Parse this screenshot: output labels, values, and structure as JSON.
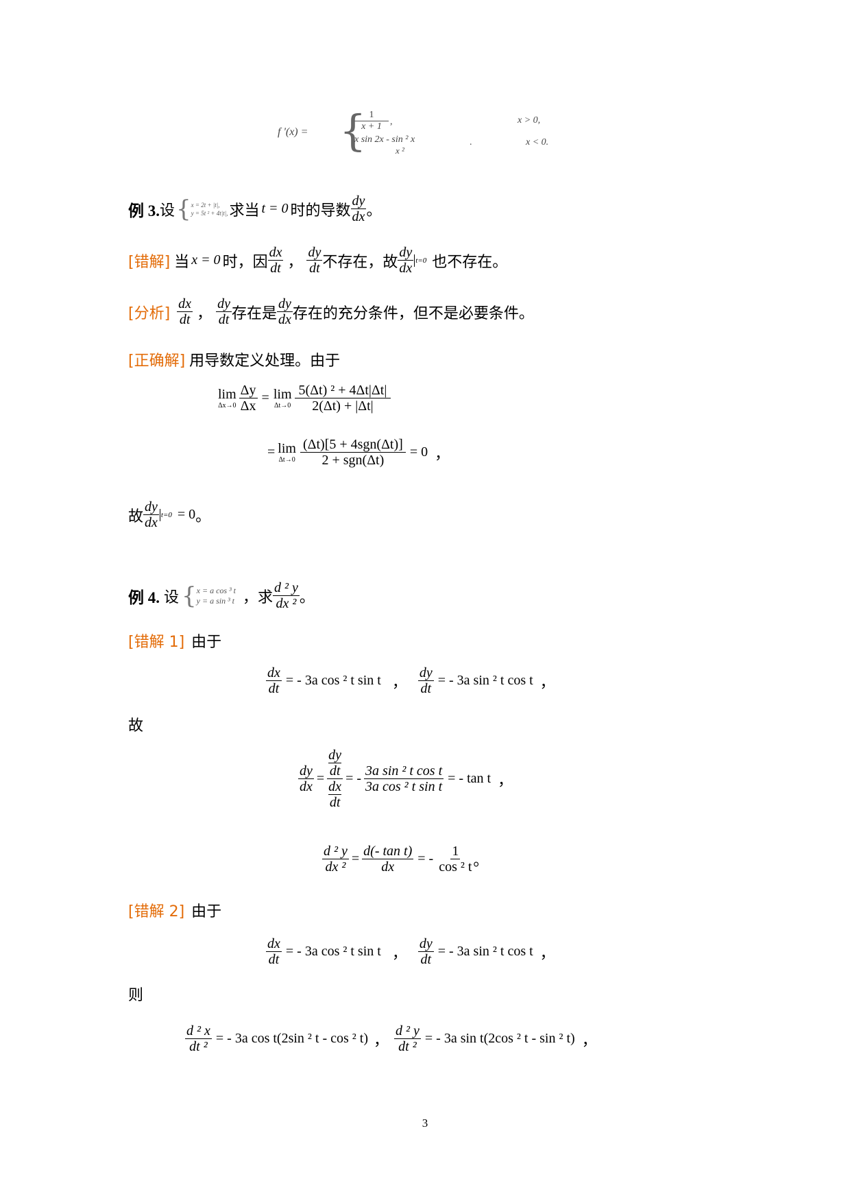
{
  "top_formula": {
    "lhs": "f '(x) =",
    "case1_num": "1",
    "case1_den": "x + 1",
    "case1_end": ",",
    "case1_cond": "x > 0,",
    "case2_expr": "x sin 2x - sin ² x",
    "case2_den": "x ²",
    "case2_end": ".",
    "case2_cond": "x < 0."
  },
  "ex3": {
    "title": "例 3.",
    "set": "设",
    "sys1": "x = 2t + |t|,",
    "sys2": "y = 5t ² + 4t|t|,",
    "ask": "求当",
    "t0": "t = 0",
    "ask2": "时的导数",
    "dy": "dy",
    "dx": "dx",
    "end": "。"
  },
  "ex3_wrong": {
    "tag": "[错解]",
    "t1": "当",
    "x0": "x = 0",
    "t2": "时，因",
    "dx": "dx",
    "dt": "dt",
    "comma": "，",
    "dy": "dy",
    "t3": "不存在，故",
    "sub": "t=0",
    "t4": "也不存在。"
  },
  "ex3_analysis": {
    "tag": "[分析]",
    "comma": "，",
    "t1": "存在是",
    "t2": "存在的充分条件，但不是必要条件。",
    "dx": "dx",
    "dt": "dt",
    "dy": "dy"
  },
  "ex3_correct": {
    "tag": "[正确解]",
    "text": "用导数定义处理。由于"
  },
  "ex3_eq1": {
    "lim": "lim",
    "under1": "Δx→0",
    "dnum": "Δy",
    "dden": "Δx",
    "eq": "=",
    "under2": "Δt→0",
    "num": "5(Δt) ² + 4Δt|Δt|",
    "den": "2(Δt) + |Δt|"
  },
  "ex3_eq2": {
    "eq": "=",
    "lim": "lim",
    "under": "Δt→0",
    "num": "(Δt)[5 + 4sgn(Δt)]",
    "den": "2 + sgn(Δt)",
    "rhs": "= 0",
    "comma": "，"
  },
  "ex3_concl": {
    "t1": "故",
    "dy": "dy",
    "dx": "dx",
    "sub": "t=0",
    "rhs": "= 0",
    "end": "。"
  },
  "ex4": {
    "title": "例 4.",
    "set": "设",
    "sys1": "x = a cos ³ t",
    "sys2": "y = a sin ³ t",
    "comma": "，求",
    "num": "d ² y",
    "den": "dx ²",
    "end": "。"
  },
  "ex4_w1": {
    "tag": "[错解 1]",
    "text": "由于"
  },
  "ex4_w1_eq": {
    "dx": "dx",
    "dt": "dt",
    "rhs1": "= - 3a cos ² t sin t",
    "comma": "，",
    "dy": "dy",
    "rhs2": "= - 3a sin ² t cos t",
    "comma2": "，"
  },
  "ex4_gu": {
    "text": "故"
  },
  "ex4_w1_eq2": {
    "dy": "dy",
    "dx": "dx",
    "dt": "dt",
    "eq": "=",
    "mid": "= -",
    "num": "3a sin ² t cos t",
    "den": "3a cos ² t sin t",
    "rhs": "= - tan t",
    "comma": "，"
  },
  "ex4_w1_eq3": {
    "num": "d ² y",
    "den": "dx ²",
    "eq": "=",
    "num2": "d(- tan t)",
    "den2": "dx",
    "mid": "= -",
    "num3": "1",
    "den3": "cos ² t",
    "end": "。"
  },
  "ex4_w2": {
    "tag": "[错解 2]",
    "text": "由于"
  },
  "ex4_w2_eq": {
    "dx": "dx",
    "dt": "dt",
    "rhs1": "= - 3a cos ² t sin t",
    "comma": "，",
    "dy": "dy",
    "rhs2": "= - 3a sin ² t cos t",
    "comma2": "，"
  },
  "ex4_ze": {
    "text": "则"
  },
  "ex4_w2_eq2": {
    "num1": "d ² x",
    "den1": "dt ²",
    "rhs1": "= - 3a cos t(2sin ² t - cos ² t)",
    "comma": "，",
    "num2": "d ² y",
    "den2": "dt ²",
    "rhs2": "= - 3a sin t(2cos ² t - sin ² t)",
    "comma2": "，"
  },
  "page_number": "3"
}
